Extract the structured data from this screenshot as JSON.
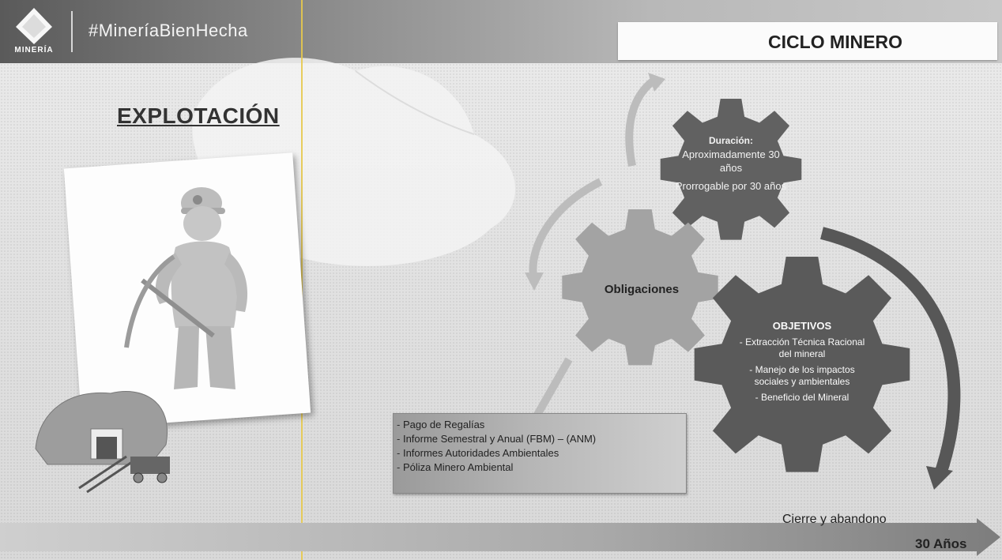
{
  "header": {
    "hashtag": "#MineríaBienHecha",
    "logo_text": "MINERÍA",
    "title": "CICLO MINERO"
  },
  "section_title": "EXPLOTACIÓN",
  "gears": {
    "duration": {
      "heading": "Duración:",
      "line1": "Aproximadamente 30 años",
      "line2": "Prorrogable por 30 años"
    },
    "obligations": {
      "label": "Obligaciones"
    },
    "objectives": {
      "heading": "OBJETIVOS",
      "items": [
        "- Extracción Técnica Racional del mineral",
        "- Manejo de los impactos sociales y ambientales",
        "- Beneficio del Mineral"
      ]
    }
  },
  "obligations_list": [
    "Pago de Regalías",
    "Informe Semestral y Anual (FBM) – (ANM)",
    "Informes Autoridades Ambientales",
    "Póliza Minero Ambiental"
  ],
  "timeline": {
    "label": "Cierre y abandono",
    "duration": "30 Años"
  },
  "colors": {
    "gear_dark": "#5d5d5d",
    "gear_light": "#a2a2a2",
    "accent_line": "#e7c94d"
  }
}
